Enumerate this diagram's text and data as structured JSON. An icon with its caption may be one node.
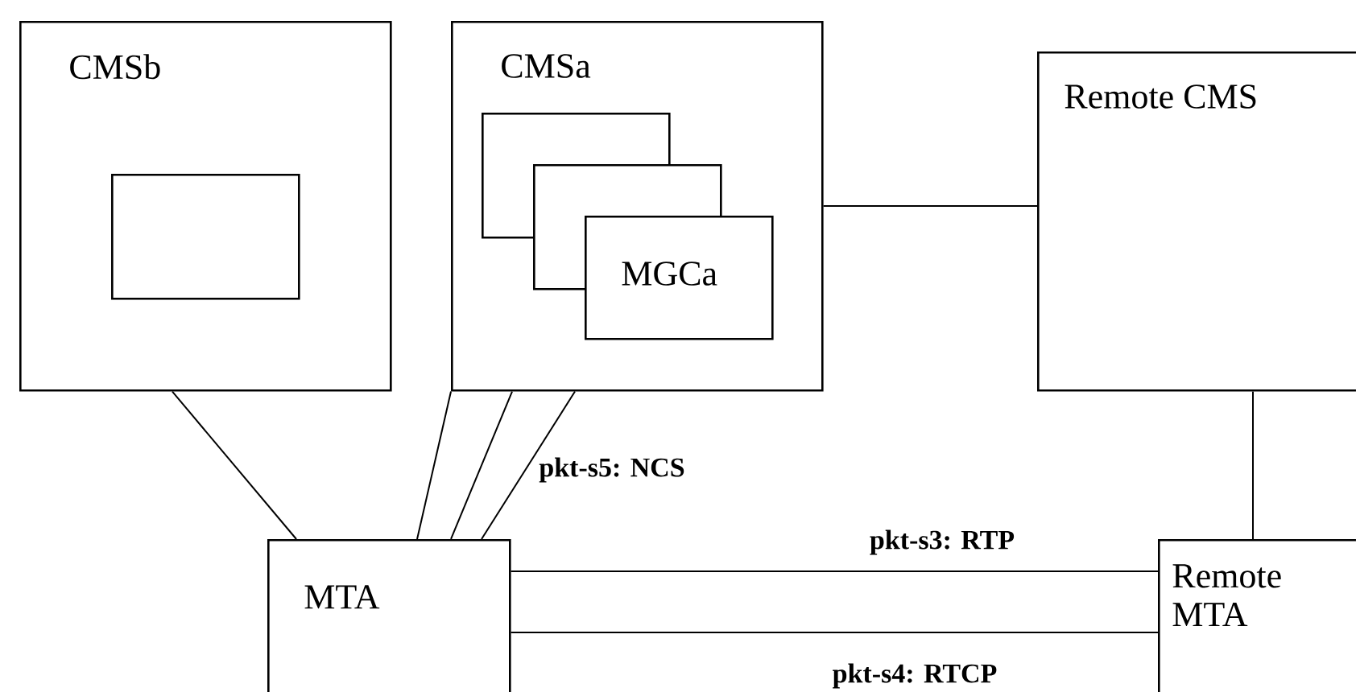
{
  "diagram": {
    "nodes": [
      {
        "text": [
          "CMSb"
        ]
      },
      {
        "text": [],
        "shape": "box",
        "in": 0
      },
      {
        "text": [
          "CMSa"
        ]
      },
      {
        "text": [],
        "shape": "box",
        "in": 2
      },
      {
        "text": [],
        "shape": "box",
        "in": 2
      },
      {
        "text": [
          "MGCa"
        ],
        "in": 2
      },
      {
        "text": [
          "Remote CMS"
        ]
      },
      {
        "text": [
          "MTA"
        ]
      },
      {
        "text": [
          "Remote MTA"
        ]
      }
    ],
    "edges": [
      {
        "from": 0,
        "to": 7,
        "arrow": "none"
      },
      {
        "from": 2,
        "to": 7,
        "arrow": "none"
      },
      {
        "from": 2,
        "to": 7,
        "arrow": "none"
      },
      {
        "from": 2,
        "to": 7,
        "arrow": "none",
        "label": "pkt-s5: NCS"
      },
      {
        "from": 2,
        "to": 6,
        "arrow": "none"
      },
      {
        "from": 6,
        "to": 8,
        "arrow": "none"
      },
      {
        "from": 7,
        "to": 8,
        "arrow": "none",
        "label": "pkt-s3: RTP"
      },
      {
        "from": 7,
        "to": 8,
        "arrow": "none",
        "label": "pkt-s4: RTCP"
      }
    ]
  }
}
